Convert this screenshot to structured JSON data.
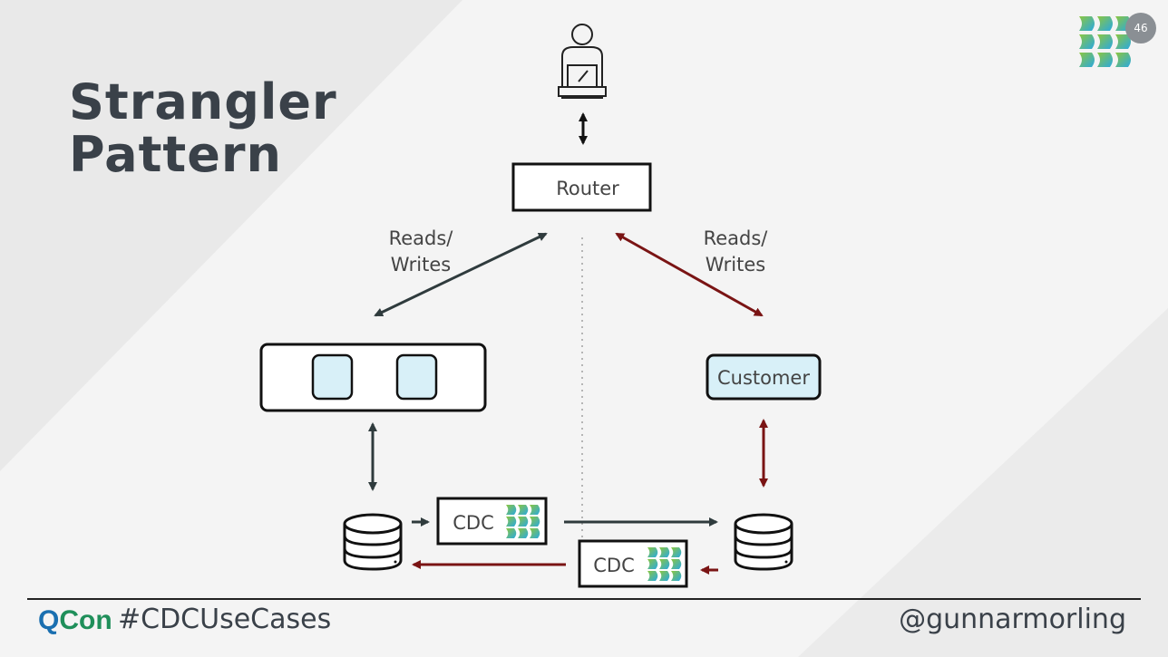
{
  "slide": {
    "page_number": "46",
    "title_lines": [
      "Strangler",
      "Pattern"
    ]
  },
  "diagram": {
    "router_label": "Router",
    "reads_writes_left": [
      "Reads/",
      "Writes"
    ],
    "reads_writes_right": [
      "Reads/",
      "Writes"
    ],
    "customer_label": "Customer",
    "cdc_top_label": "CDC",
    "cdc_bottom_label": "CDC",
    "colors": {
      "dark_arrow": "#2f3b3d",
      "red_arrow": "#7a1414",
      "service_fill": "#d8f0f8",
      "box_stroke": "#111111"
    }
  },
  "footer": {
    "brand_q": "Q",
    "brand_con": "Con",
    "hashtag": "#CDCUseCases",
    "handle": "@gunnarmorling"
  },
  "icons": {
    "user": "user-at-laptop-icon",
    "database": "database-icon",
    "debezium": "debezium-logo-icon"
  }
}
